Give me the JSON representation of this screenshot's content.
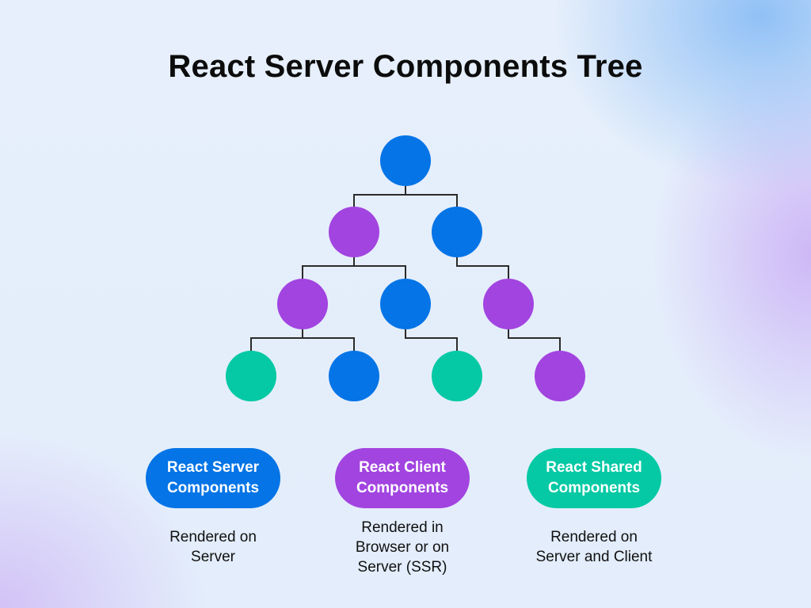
{
  "title": "React Server Components Tree",
  "colors": {
    "server": "#0474e6",
    "client": "#a244e0",
    "shared": "#04c9a4",
    "connector": "#2b2b2b"
  },
  "tree": {
    "levels": [
      [
        "server"
      ],
      [
        "client",
        "server"
      ],
      [
        "client",
        "server",
        "client"
      ],
      [
        "shared",
        "server",
        "shared",
        "client"
      ]
    ],
    "edges": [
      [
        "0-0",
        "1-0"
      ],
      [
        "0-0",
        "1-1"
      ],
      [
        "1-0",
        "2-0"
      ],
      [
        "1-0",
        "2-1"
      ],
      [
        "1-1",
        "2-2"
      ],
      [
        "2-0",
        "3-0"
      ],
      [
        "2-0",
        "3-1"
      ],
      [
        "2-1",
        "3-2"
      ],
      [
        "2-2",
        "3-3"
      ]
    ]
  },
  "legend": [
    {
      "kind": "server",
      "label_line1": "React Server",
      "label_line2": "Components",
      "desc_lines": [
        "Rendered on",
        "Server"
      ]
    },
    {
      "kind": "client",
      "label_line1": "React Client",
      "label_line2": "Components",
      "desc_lines": [
        "Rendered in",
        "Browser or on",
        "Server (SSR)"
      ]
    },
    {
      "kind": "shared",
      "label_line1": "React Shared",
      "label_line2": "Components",
      "desc_lines": [
        "Rendered on",
        "Server and Client"
      ]
    }
  ]
}
